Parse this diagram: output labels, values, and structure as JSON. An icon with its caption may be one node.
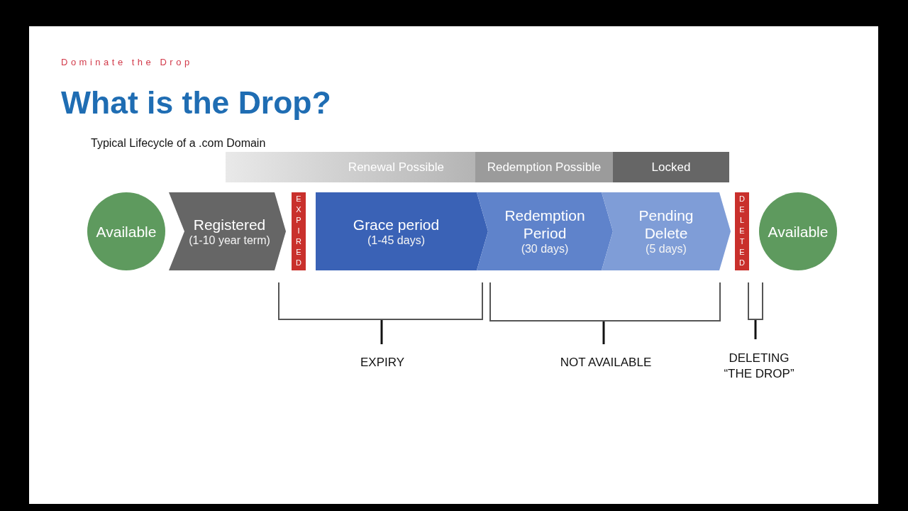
{
  "diagram": {
    "title": "What is the Drop?",
    "nodes": [
      {
        "text": [
          "Renewal Possible"
        ]
      },
      {
        "text": [
          "Redemption Possible"
        ]
      },
      {
        "text": [
          "Locked"
        ]
      },
      {
        "text": [
          "Available"
        ]
      },
      {
        "text": [
          "Registered",
          "(1-10 year term)"
        ]
      },
      {
        "text": [
          "EXPIRED"
        ]
      },
      {
        "text": [
          "Grace period",
          "(1-45 days)"
        ]
      },
      {
        "text": [
          "Redemption Period",
          "(30 days)"
        ]
      },
      {
        "text": [
          "Pending Delete",
          "(5 days)"
        ]
      },
      {
        "text": [
          "DELETED"
        ]
      },
      {
        "text": [
          "Available"
        ]
      }
    ],
    "labels": [
      "Dominate the Drop",
      "Typical Lifecycle of a .com Domain",
      "EXPIRY",
      "NOT AVAILABLE",
      "DELETING “THE DROP”"
    ]
  }
}
